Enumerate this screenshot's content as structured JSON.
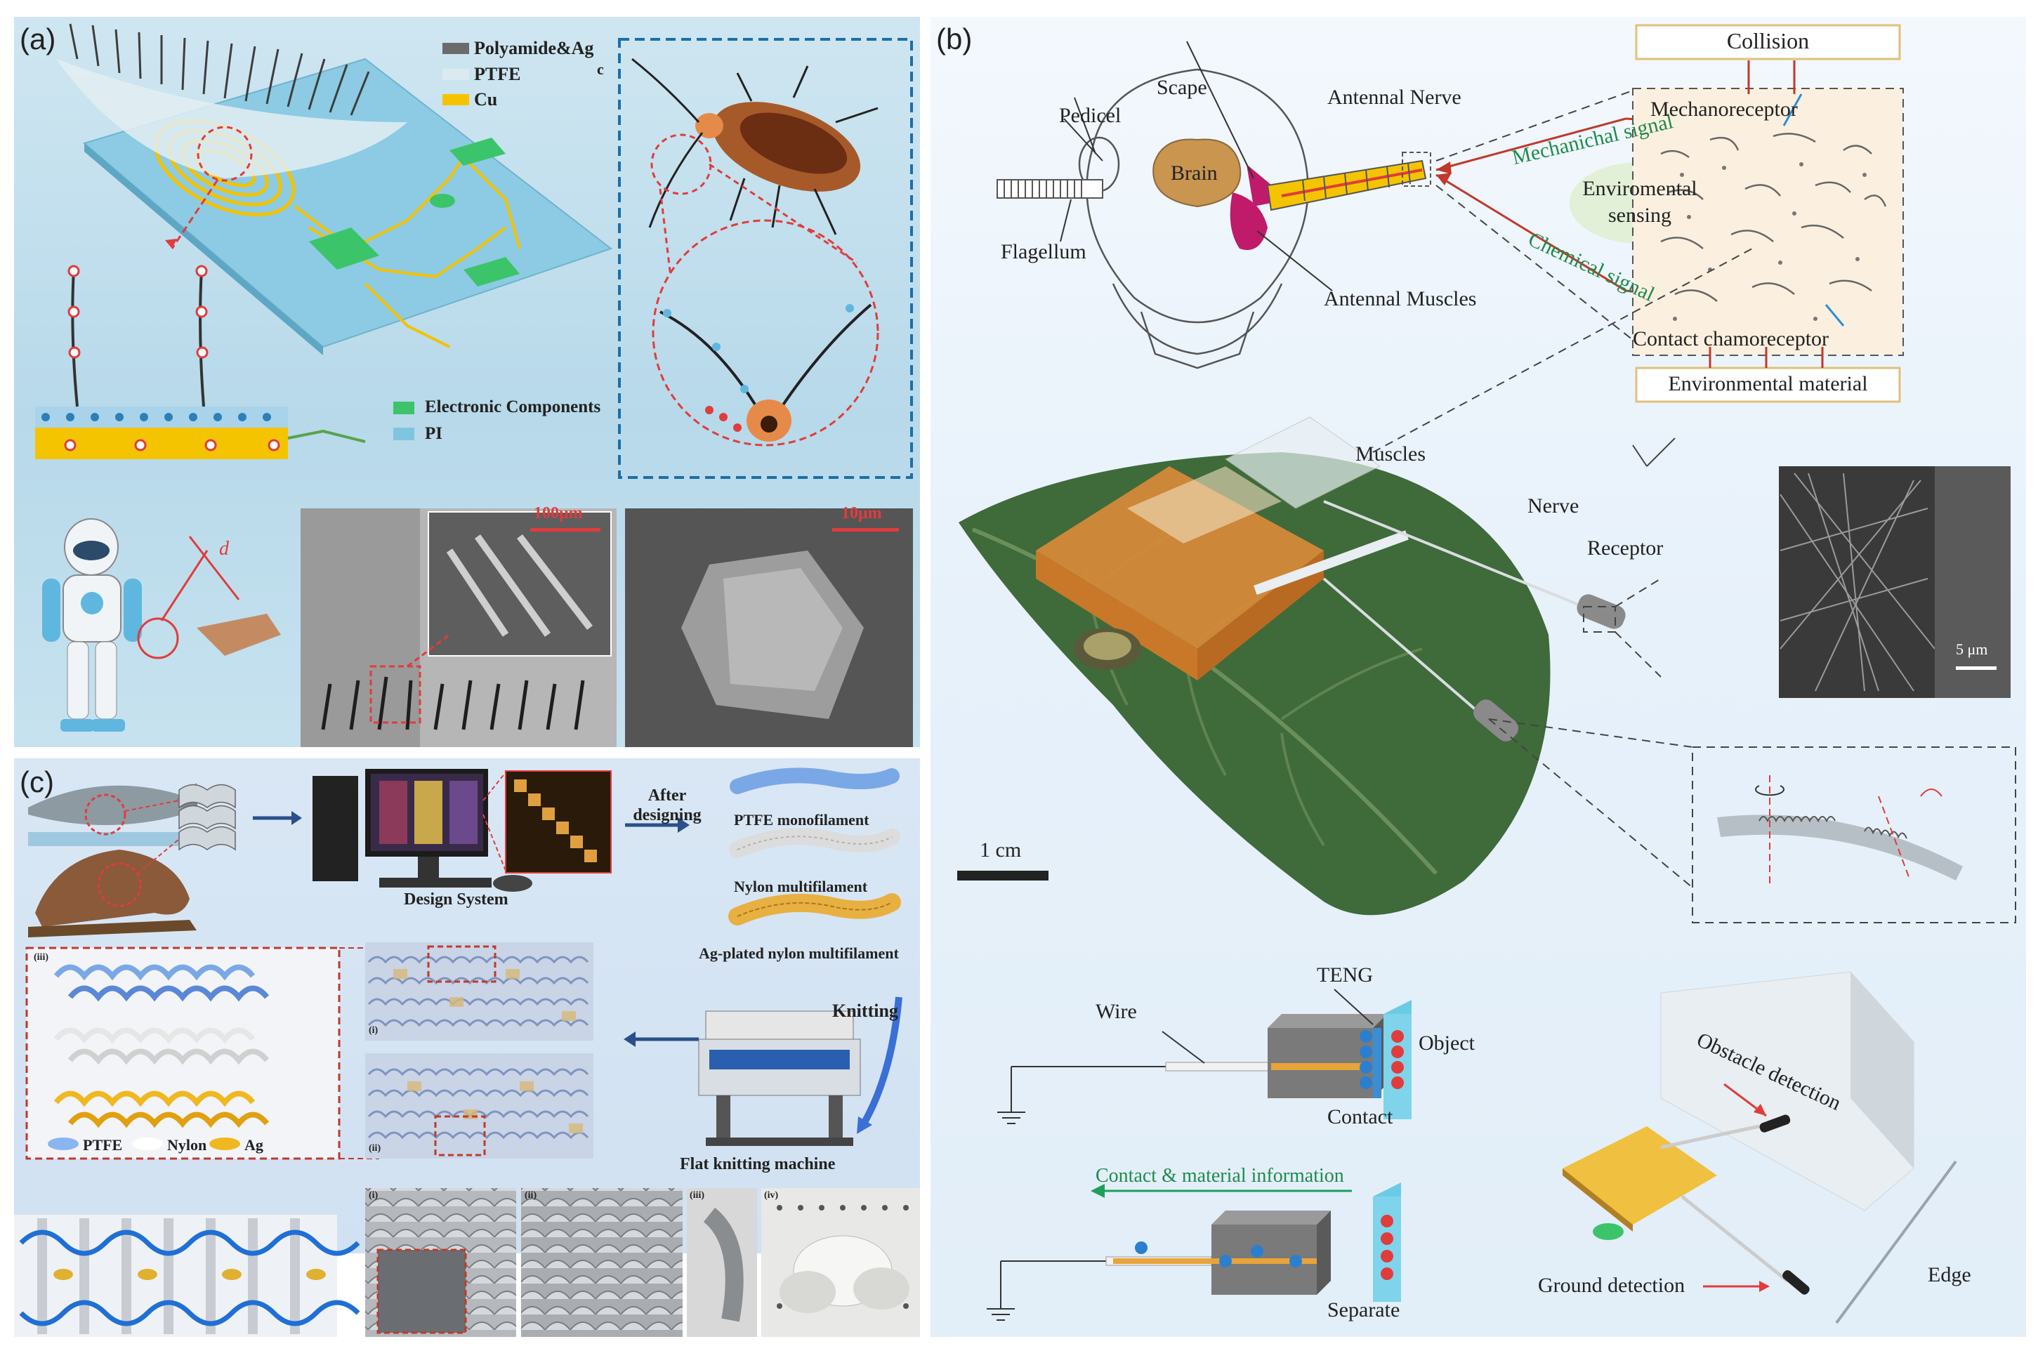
{
  "panel_a": {
    "label": "(a)",
    "legend": {
      "polyamide_ag": "Polyamide&Ag",
      "ptfe": "PTFE",
      "cu": "Cu",
      "stray_c": "c",
      "electronic_components": "Electronic Components",
      "pi": "PI"
    },
    "scale_100": "100μm",
    "scale_10": "10μm",
    "distance_symbol": "d",
    "colors": {
      "polyamide_ag": "#6b6b6b",
      "ptfe": "#dbe9f0",
      "cu": "#f5c400",
      "electronic": "#3cc46b",
      "pi": "#7fc5e0"
    }
  },
  "panel_b": {
    "label": "(b)",
    "insect_labels": {
      "scape": "Scape",
      "pedicel": "Pedicel",
      "flagellum": "Flagellum",
      "brain": "Brain",
      "antennal_nerve": "Antennal Nerve",
      "antennal_muscles": "Antennal Muscles"
    },
    "signals": {
      "mechanical": "Mechanichal signal",
      "chemical": "Chemical signal",
      "environmental_sensing_1": "Enviromental",
      "environmental_sensing_2": "sensing"
    },
    "receptor_box": {
      "collision": "Collision",
      "mechanoreceptor": "Mechanoreceptor",
      "contact_chemoreceptor": "Contact chamoreceptor",
      "environmental_material": "Environmental material"
    },
    "device_labels": {
      "muscles": "Muscles",
      "nerve": "Nerve",
      "receptor": "Receptor",
      "scale_5um": "5 μm",
      "scale_1cm": "1 cm"
    },
    "teng": {
      "wire": "Wire",
      "teng": "TENG",
      "object": "Object",
      "contact": "Contact",
      "contact_material_info": "Contact & material information",
      "separate": "Separate"
    },
    "detection": {
      "obstacle": "Obstacle detection",
      "ground": "Ground detection",
      "edge": "Edge"
    }
  },
  "panel_c": {
    "label": "(c)",
    "design_system": "Design System",
    "after_designing_1": "After",
    "after_designing_2": "designing",
    "filaments": {
      "ptfe": "PTFE monofilament",
      "nylon": "Nylon multifilament",
      "ag": "Ag-plated nylon multifilament"
    },
    "knitting": "Knitting",
    "flat_knitting_machine": "Flat knitting machine",
    "legend": {
      "ptfe": "PTFE",
      "nylon": "Nylon",
      "ag": "Ag"
    },
    "roman": {
      "i": "(i)",
      "ii": "(ii)",
      "iii": "(iii)",
      "iv": "(iv)"
    }
  }
}
